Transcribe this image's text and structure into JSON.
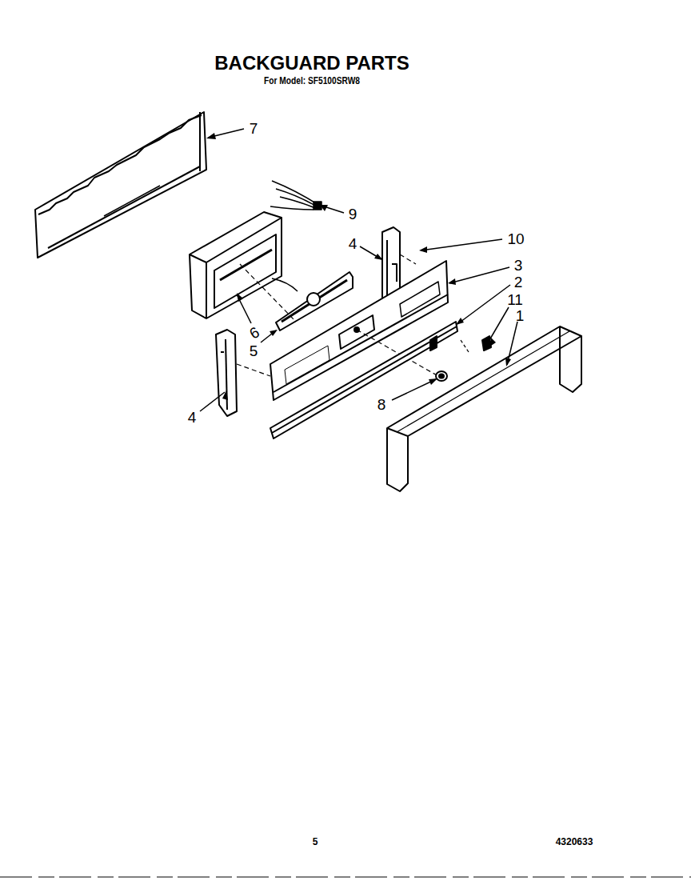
{
  "diagram": {
    "title": "BACKGUARD PARTS",
    "labels": [
      "For Model: SF5100SRW8",
      "7",
      "9",
      "10",
      "4",
      "3",
      "2",
      "11",
      "1",
      "6",
      "5",
      "4",
      "8",
      "5",
      "4320633"
    ]
  }
}
